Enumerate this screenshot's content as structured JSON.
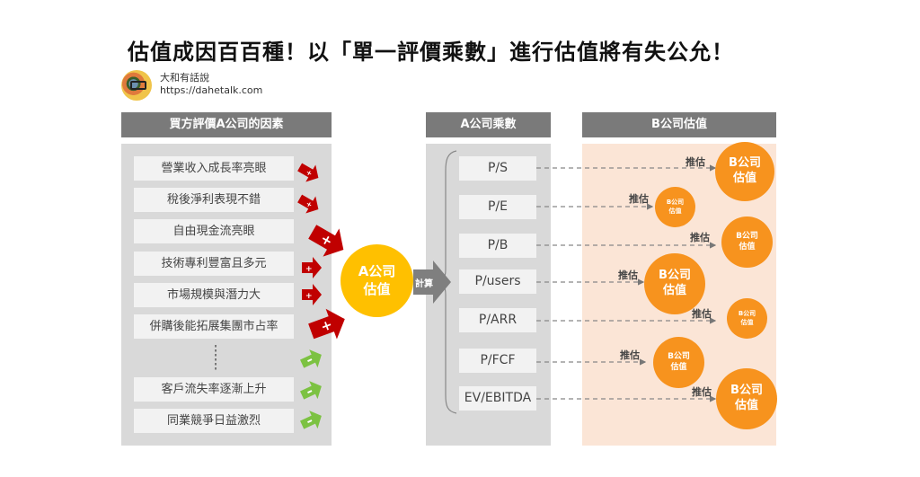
{
  "title": "估值成因百百種！以「單一評價乘數」進行估值將有失公允！",
  "author": {
    "name": "大和有話說",
    "url": "https://dahetalk.com",
    "avatar_icon": "avatar-portrait"
  },
  "left_panel": {
    "header": "買方評價A公司的因素",
    "factors": [
      {
        "label": "營業收入成長率亮眼",
        "effect": "+"
      },
      {
        "label": "稅後淨利表現不錯",
        "effect": "+"
      },
      {
        "label": "自由現金流亮眼",
        "effect": "+"
      },
      {
        "label": "技術專利豐富且多元",
        "effect": "+"
      },
      {
        "label": "市場規模與潛力大",
        "effect": "+"
      },
      {
        "label": "併購後能拓展集團市占率",
        "effect": "+"
      },
      {
        "label": "⋮",
        "effect": "-"
      },
      {
        "label": "客戶流失率逐漸上升",
        "effect": "-"
      },
      {
        "label": "同業競爭日益激烈",
        "effect": "-"
      }
    ]
  },
  "center": {
    "circle_label_line1": "A公司",
    "circle_label_line2": "估值",
    "arrow_label": "計算"
  },
  "middle_panel": {
    "header": "A公司乘數",
    "multiples": [
      "P/S",
      "P/E",
      "P/B",
      "P/users",
      "P/ARR",
      "P/FCF",
      "EV/EBITDA"
    ]
  },
  "right_panel": {
    "header": "B公司估值",
    "estimate_label": "推估",
    "circle_label_line1": "B公司",
    "circle_label_line2": "估值"
  },
  "colors": {
    "positive": "#c00000",
    "negative": "#70ad47",
    "a_circle": "#ffc000",
    "b_circle": "#f7931e",
    "header": "#7a7a7a"
  }
}
